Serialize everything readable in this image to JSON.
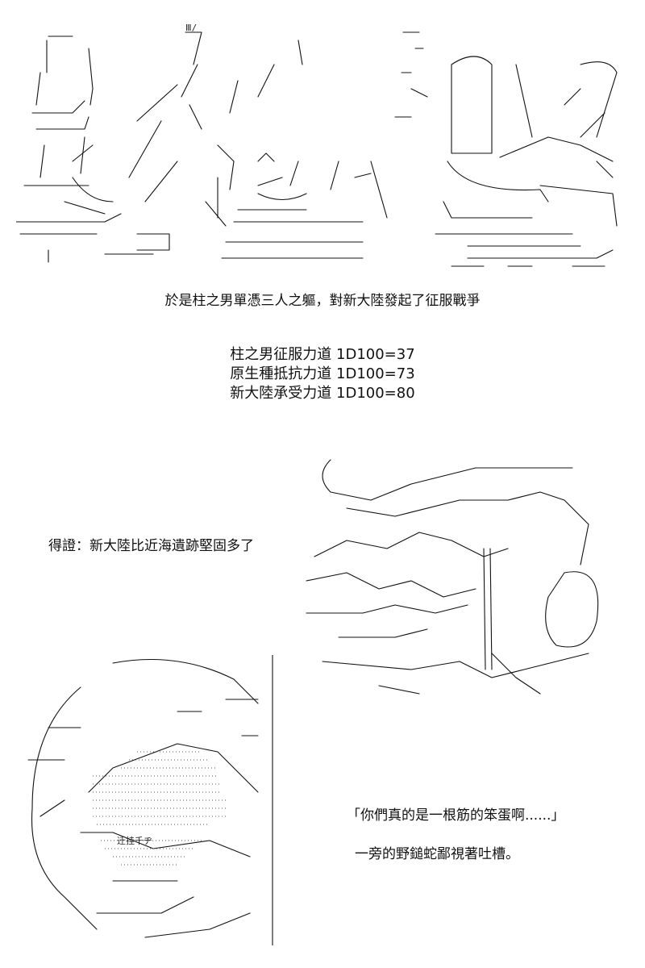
{
  "caption_top": "於是柱之男單憑三人之軀，對新大陸發起了征服戰爭",
  "stats": [
    "柱之男征服力道 1D100=37",
    "原生種抵抗力道 1D100=73",
    "新大陸承受力道 1D100=80"
  ],
  "caption_middle": "得證：新大陸比近海遺跡堅固多了",
  "quote": "「你們真的是一根筋的笨蛋啊......」",
  "narration": "一旁的野鎚蛇鄙視著吐槽。",
  "art_labels": {
    "top": "Ⅲ/",
    "sign": "迁挂千ヂ"
  }
}
